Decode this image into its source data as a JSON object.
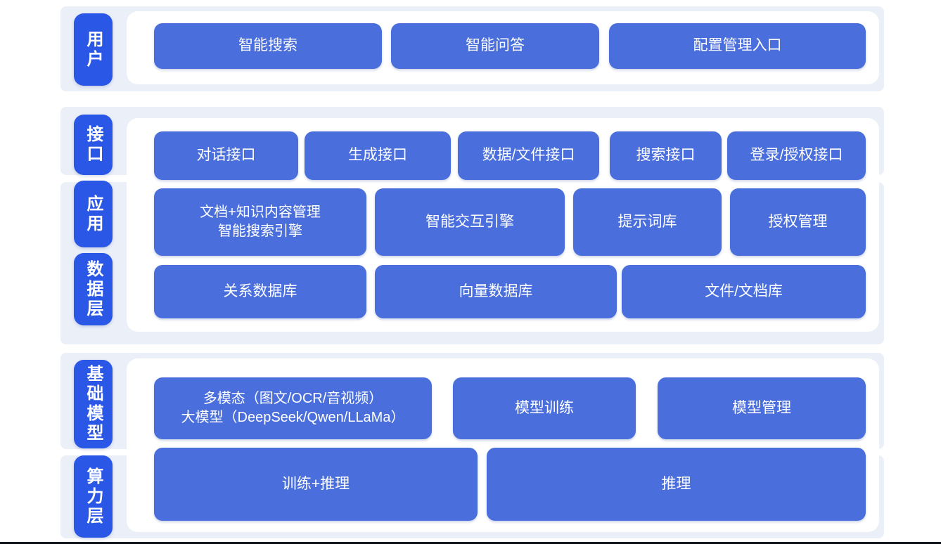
{
  "colors": {
    "band_bg": "#eaeff8",
    "layer_label_bg": "#2b57e6",
    "node_bg": "#4a6fdc",
    "node_text": "#ffffff",
    "bottom_rule": "#14181f"
  },
  "layers": {
    "user": {
      "label": "用户"
    },
    "interface": {
      "label": "接口"
    },
    "application": {
      "label": "应用"
    },
    "data_layer": {
      "label": "数据层"
    },
    "foundation_model": {
      "label": "基础模型"
    },
    "compute": {
      "label": "算力层"
    }
  },
  "nodes": {
    "user": [
      "智能搜索",
      "智能问答",
      "配置管理入口"
    ],
    "interface": [
      "对话接口",
      "生成接口",
      "数据/文件接口",
      "搜索接口",
      "登录/授权接口"
    ],
    "application": {
      "doc_knowledge": {
        "lines": [
          "文档+知识内容管理",
          "智能搜索引擎"
        ]
      },
      "interaction_engine": "智能交互引擎",
      "prompt_library": "提示词库",
      "auth_management": "授权管理"
    },
    "data_layer": [
      "关系数据库",
      "向量数据库",
      "文件/文档库"
    ],
    "foundation_model": {
      "multimodal_llm": {
        "lines": [
          "多模态（图文/OCR/音视频）",
          "大模型（DeepSeek/Qwen/LLaMa）"
        ]
      },
      "model_training": "模型训练",
      "model_management": "模型管理"
    },
    "compute": [
      "训练+推理",
      "推理"
    ]
  }
}
